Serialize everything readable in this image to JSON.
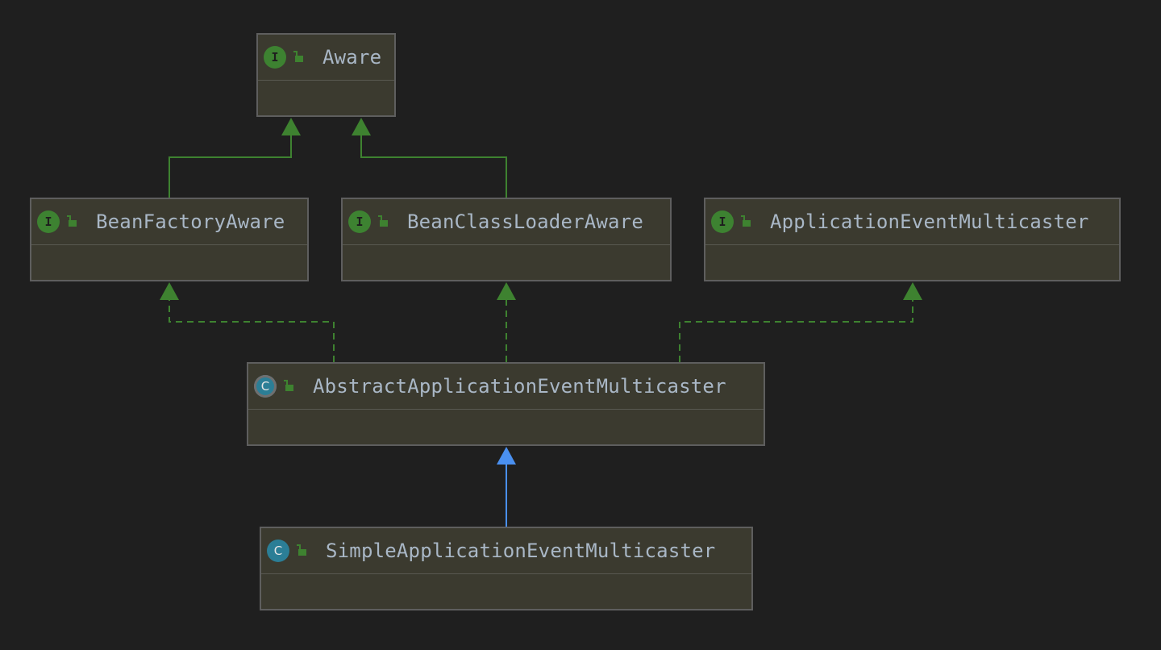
{
  "diagram": {
    "nodes": [
      {
        "id": "aware",
        "name": "Aware",
        "kind": "interface",
        "kind_glyph": "I",
        "access_icon": "unlocked-padlock-icon"
      },
      {
        "id": "bean-factory-aware",
        "name": "BeanFactoryAware",
        "kind": "interface",
        "kind_glyph": "I",
        "access_icon": "unlocked-padlock-icon"
      },
      {
        "id": "bean-class-loader-aware",
        "name": "BeanClassLoaderAware",
        "kind": "interface",
        "kind_glyph": "I",
        "access_icon": "unlocked-padlock-icon"
      },
      {
        "id": "application-event-multicaster",
        "name": "ApplicationEventMulticaster",
        "kind": "interface",
        "kind_glyph": "I",
        "access_icon": "unlocked-padlock-icon"
      },
      {
        "id": "abstract-application-event-multicaster",
        "name": "AbstractApplicationEventMulticaster",
        "kind": "abstract-class",
        "kind_glyph": "C",
        "access_icon": "unlocked-padlock-icon"
      },
      {
        "id": "simple-application-event-multicaster",
        "name": "SimpleApplicationEventMulticaster",
        "kind": "class",
        "kind_glyph": "C",
        "access_icon": "unlocked-padlock-icon"
      }
    ],
    "edges": [
      {
        "from": "bean-factory-aware",
        "to": "aware",
        "type": "extends-interface"
      },
      {
        "from": "bean-class-loader-aware",
        "to": "aware",
        "type": "extends-interface"
      },
      {
        "from": "abstract-application-event-multicaster",
        "to": "bean-factory-aware",
        "type": "implements"
      },
      {
        "from": "abstract-application-event-multicaster",
        "to": "bean-class-loader-aware",
        "type": "implements"
      },
      {
        "from": "abstract-application-event-multicaster",
        "to": "application-event-multicaster",
        "type": "implements"
      },
      {
        "from": "simple-application-event-multicaster",
        "to": "abstract-application-event-multicaster",
        "type": "extends-class"
      }
    ],
    "colors": {
      "background": "#1f1f1f",
      "node_fill": "#3b3a2f",
      "node_border": "#5e5e5e",
      "node_text": "#a9b7c6",
      "interface_edge": "#3e8230",
      "class_edge": "#4a90f0",
      "interface_icon": "#3d8231",
      "class_icon": "#2b7e96"
    }
  }
}
